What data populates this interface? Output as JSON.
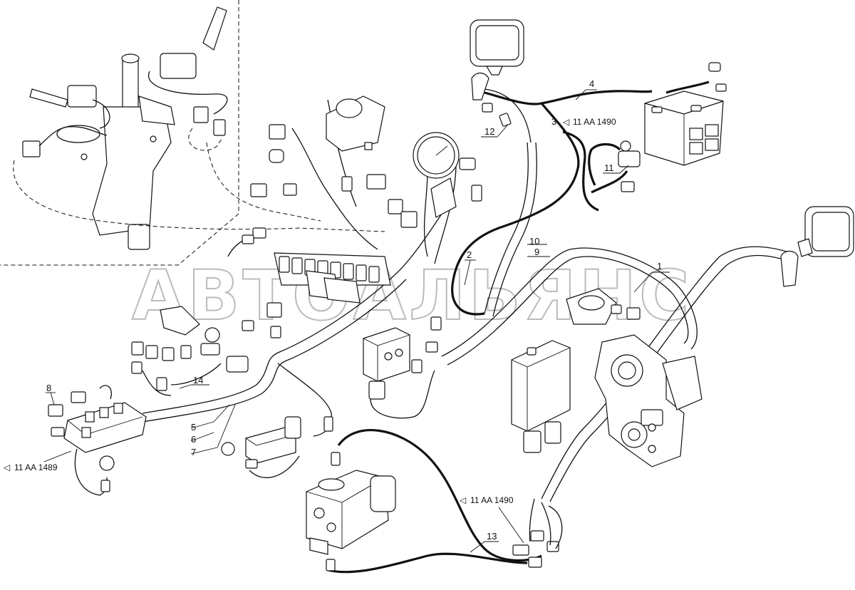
{
  "watermark": "АВТОАЛЬЯНС",
  "callouts": [
    "1",
    "2",
    "3",
    "4",
    "5",
    "6",
    "7",
    "8",
    "9",
    "10",
    "11",
    "12",
    "13",
    "14"
  ],
  "references": {
    "ref_3": "11 AA 1490",
    "ref_left": "11 AA 1489",
    "ref_bottom": "11 AA 1490"
  },
  "arrow_glyph": "◁"
}
